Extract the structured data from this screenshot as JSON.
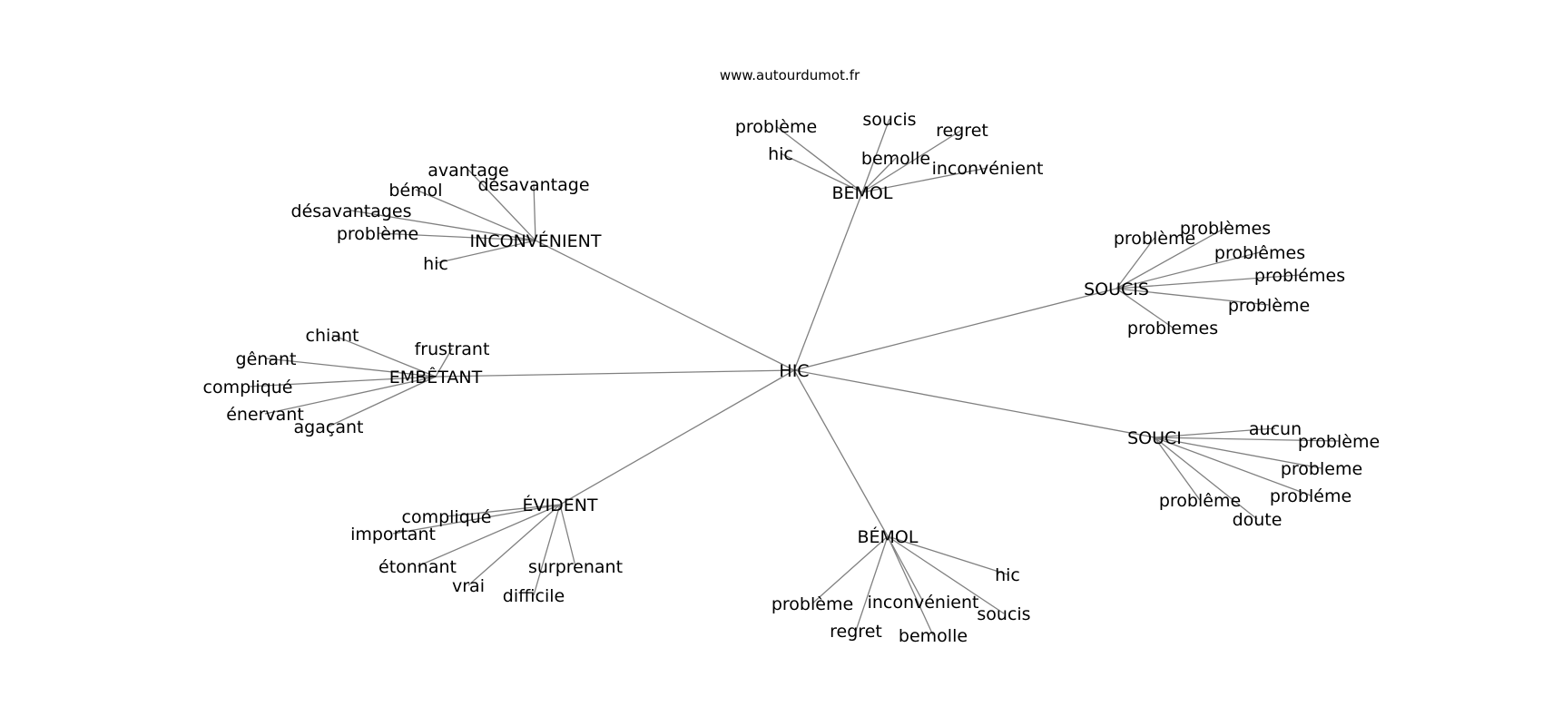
{
  "header": {
    "site": "www.autourdumot.fr"
  },
  "graph": {
    "root": "HIC",
    "clusters": [
      {
        "label": "BEMOL",
        "words": [
          "problème",
          "soucis",
          "regret",
          "hic",
          "bemolle",
          "inconvénient"
        ]
      },
      {
        "label": "INCONVÉNIENT",
        "words": [
          "avantage",
          "bémol",
          "désavantage",
          "désavantages",
          "problème",
          "hic"
        ]
      },
      {
        "label": "SOUCIS",
        "words": [
          "problème",
          "problèmes",
          "problêmes",
          "problémes",
          "problème",
          "problemes"
        ]
      },
      {
        "label": "EMBÊTANT",
        "words": [
          "chiant",
          "frustrant",
          "gênant",
          "compliqué",
          "énervant",
          "agaçant"
        ]
      },
      {
        "label": "SOUCI",
        "words": [
          "aucun",
          "problème",
          "probleme",
          "probléme",
          "problême",
          "doute"
        ]
      },
      {
        "label": "ÉVIDENT",
        "words": [
          "compliqué",
          "important",
          "étonnant",
          "surprenant",
          "vrai",
          "difficile"
        ]
      },
      {
        "label": "BÉMOL",
        "words": [
          "hic",
          "problème",
          "inconvénient",
          "soucis",
          "regret",
          "bemolle"
        ]
      }
    ]
  },
  "colors": {
    "edge": "#808080",
    "text": "#000000",
    "background": "#ffffff"
  }
}
